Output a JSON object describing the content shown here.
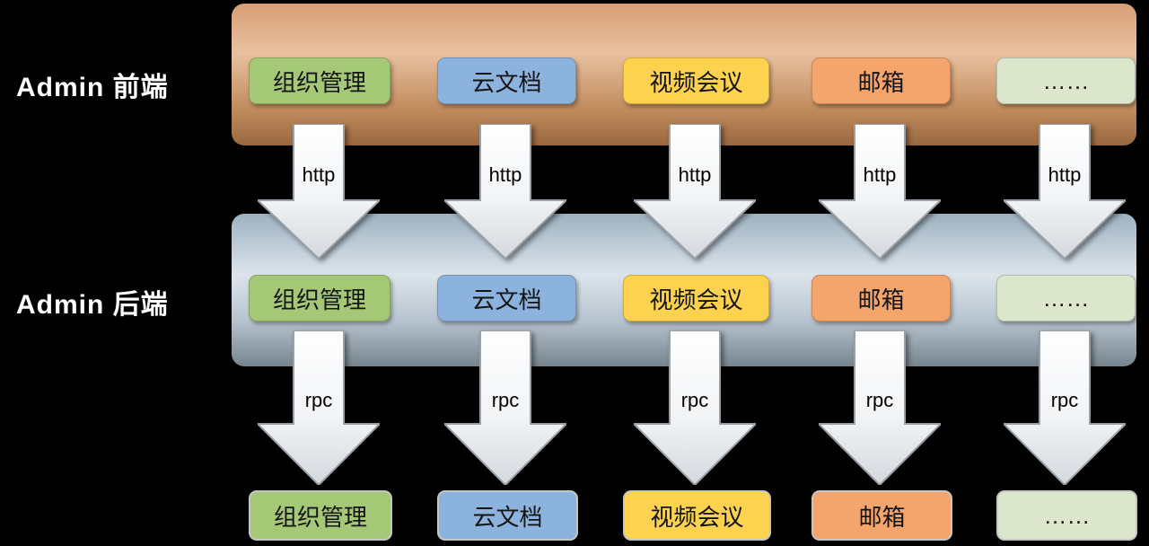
{
  "background": "#000000",
  "layers": [
    {
      "label": "Admin 前端",
      "arrow_label": "http"
    },
    {
      "label": "Admin 后端",
      "arrow_label": "rpc"
    }
  ],
  "modules": [
    {
      "label": "组织管理",
      "color": "#a4c876"
    },
    {
      "label": "云文档",
      "color": "#8cb3de"
    },
    {
      "label": "视频会议",
      "color": "#fdd24e"
    },
    {
      "label": "邮箱",
      "color": "#f3a56c"
    },
    {
      "label": "……",
      "color": "#dbe6cd"
    }
  ],
  "band_colors": {
    "frontend_top": "#d79e75",
    "frontend_bottom": "#9a6840",
    "backend_top": "#9db1c0",
    "backend_bottom": "#76848e"
  }
}
